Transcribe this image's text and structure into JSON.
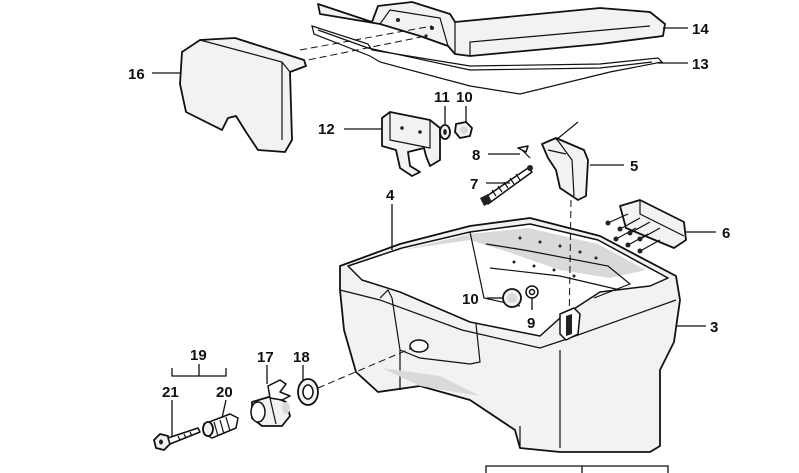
{
  "diagram": {
    "type": "exploded-parts-diagram",
    "callouts": [
      {
        "id": "c14",
        "label": "14"
      },
      {
        "id": "c13",
        "label": "13"
      },
      {
        "id": "c16",
        "label": "16"
      },
      {
        "id": "c11",
        "label": "11"
      },
      {
        "id": "c10a",
        "label": "10"
      },
      {
        "id": "c12",
        "label": "12"
      },
      {
        "id": "c8",
        "label": "8"
      },
      {
        "id": "c5",
        "label": "5"
      },
      {
        "id": "c7",
        "label": "7"
      },
      {
        "id": "c4",
        "label": "4"
      },
      {
        "id": "c6",
        "label": "6"
      },
      {
        "id": "c10b",
        "label": "10"
      },
      {
        "id": "c9",
        "label": "9"
      },
      {
        "id": "c3",
        "label": "3"
      },
      {
        "id": "c19",
        "label": "19"
      },
      {
        "id": "c17",
        "label": "17"
      },
      {
        "id": "c18",
        "label": "18"
      },
      {
        "id": "c21",
        "label": "21"
      },
      {
        "id": "c20",
        "label": "20"
      }
    ]
  }
}
